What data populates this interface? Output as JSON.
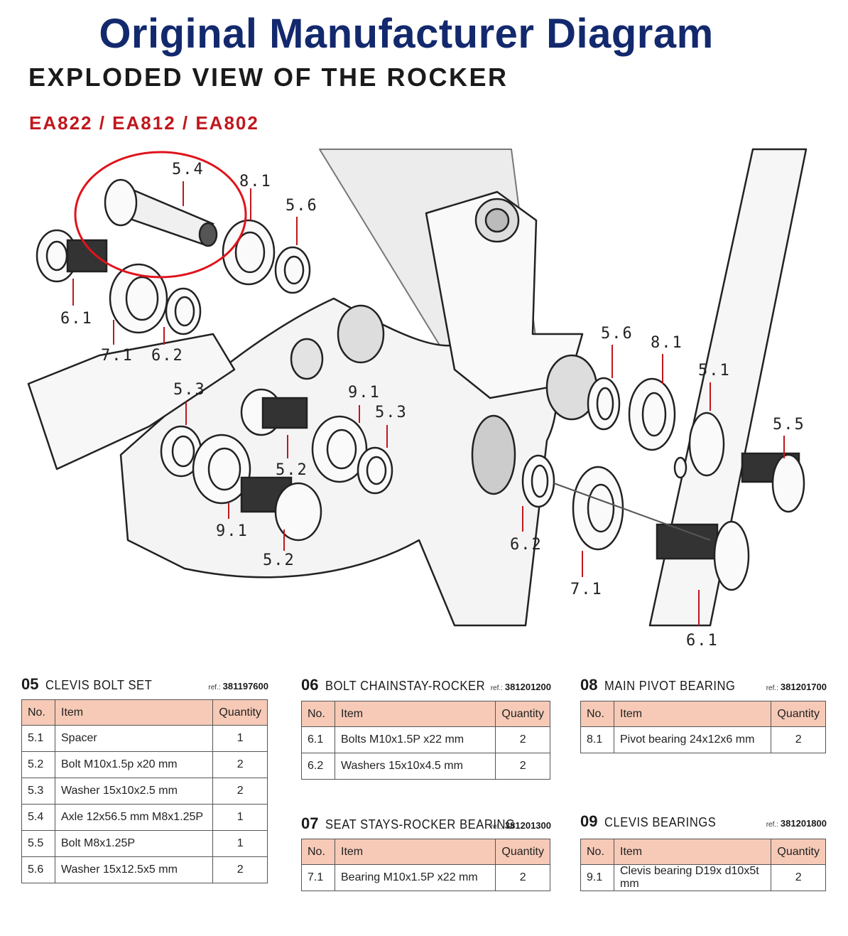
{
  "header": {
    "title": "Original Manufacturer Diagram",
    "subtitle": "EXPLODED VIEW OF THE ROCKER",
    "models": "EA822 / EA812 / EA802"
  },
  "callouts": {
    "c54": "5.4",
    "c81a": "8.1",
    "c56a": "5.6",
    "c61a": "6.1",
    "c71a": "7.1",
    "c62a": "6.2",
    "c53a": "5.3",
    "c91a": "9.1",
    "c53b": "5.3",
    "c52a": "5.2",
    "c91b": "9.1",
    "c52b": "5.2",
    "c56b": "5.6",
    "c81b": "8.1",
    "c51": "5.1",
    "c55": "5.5",
    "c62b": "6.2",
    "c71b": "7.1",
    "c61b": "6.1"
  },
  "colors": {
    "title": "#13296d",
    "models": "#c0171d",
    "highlight": "#e0131b",
    "table_header": "#f6cab7"
  },
  "tables": {
    "headers": {
      "no": "No.",
      "item": "Item",
      "quantity": "Quantity"
    },
    "ref_label": "ref.:",
    "t05": {
      "num": "05",
      "title": "CLEVIS BOLT SET",
      "ref": "381197600",
      "rows": [
        {
          "no": "5.1",
          "item": "Spacer",
          "qty": "1"
        },
        {
          "no": "5.2",
          "item": "Bolt M10x1.5p x20 mm",
          "qty": "2"
        },
        {
          "no": "5.3",
          "item": "Washer 15x10x2.5 mm",
          "qty": "2"
        },
        {
          "no": "5.4",
          "item": "Axle 12x56.5 mm M8x1.25P",
          "qty": "1"
        },
        {
          "no": "5.5",
          "item": "Bolt M8x1.25P",
          "qty": "1"
        },
        {
          "no": "5.6",
          "item": "Washer 15x12.5x5 mm",
          "qty": "2"
        }
      ]
    },
    "t06": {
      "num": "06",
      "title": "BOLT CHAINSTAY-ROCKER",
      "ref": "381201200",
      "rows": [
        {
          "no": "6.1",
          "item": "Bolts M10x1.5P x22 mm",
          "qty": "2"
        },
        {
          "no": "6.2",
          "item": "Washers 15x10x4.5 mm",
          "qty": "2"
        }
      ]
    },
    "t07": {
      "num": "07",
      "title": "SEAT STAYS-ROCKER BEARING",
      "ref": "381201300",
      "rows": [
        {
          "no": "7.1",
          "item": "Bearing M10x1.5P x22 mm",
          "qty": "2"
        }
      ]
    },
    "t08": {
      "num": "08",
      "title": "MAIN PIVOT BEARING",
      "ref": "381201700",
      "rows": [
        {
          "no": "8.1",
          "item": "Pivot bearing 24x12x6 mm",
          "qty": "2"
        }
      ]
    },
    "t09": {
      "num": "09",
      "title": "CLEVIS BEARINGS",
      "ref": "381201800",
      "rows": [
        {
          "no": "9.1",
          "item": "Clevis bearing D19x d10x5t mm",
          "qty": "2"
        }
      ]
    }
  }
}
